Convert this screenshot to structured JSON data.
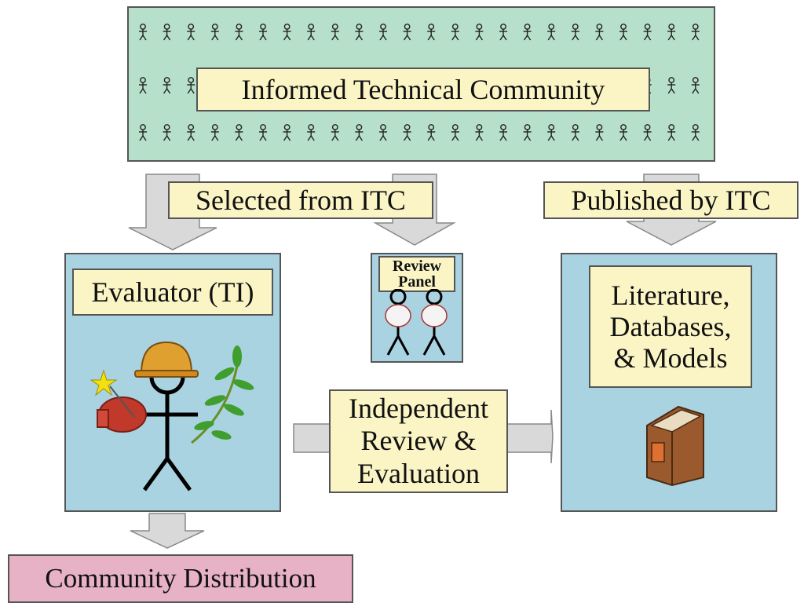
{
  "community": {
    "title": "Informed Technical Community"
  },
  "flows": {
    "selected": "Selected from ITC",
    "published": "Published by ITC"
  },
  "review_panel": {
    "line1": "Review",
    "line2": "Panel"
  },
  "evaluator": {
    "title": "Evaluator (TI)"
  },
  "literature": {
    "line1": "Literature,",
    "line2": "Databases,",
    "line3": "& Models"
  },
  "independent_review": {
    "line1": "Independent",
    "line2": "Review &",
    "line3": "Evaluation"
  },
  "distribution": {
    "label": "Community Distribution"
  },
  "colors": {
    "community_box": "#b6e0c9",
    "label_box": "#fbf5c6",
    "blue_box": "#a9d3e1",
    "distribution_box": "#e8b2c6",
    "arrow": "#d9d9d9",
    "helmet": "#e0a030",
    "book": "#9b5a2e"
  },
  "icons": [
    "stick-figure-icon",
    "hard-hat-icon",
    "olive-branch-icon",
    "boxing-glove-icon",
    "star-wand-icon",
    "book-icon",
    "arrow-down-icon",
    "arrow-right-icon"
  ]
}
